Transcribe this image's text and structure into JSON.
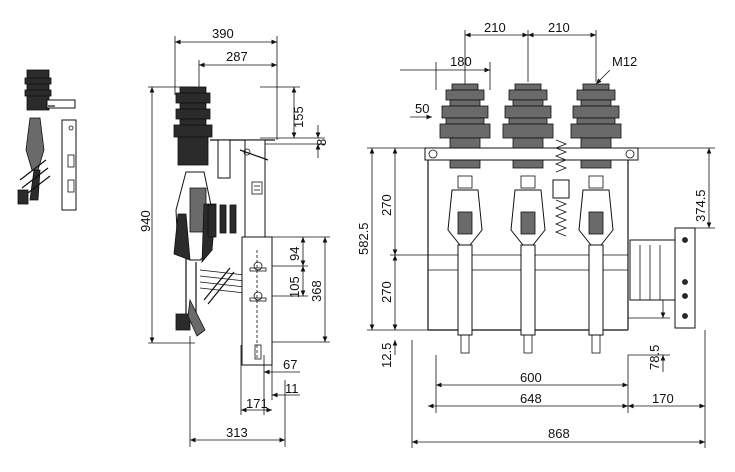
{
  "side_view": {
    "dims": {
      "top_width_390": "390",
      "top_width_287": "287",
      "dim_155": "155",
      "dim_8": "8",
      "height_940": "940",
      "dim_94": "94",
      "dim_105": "105",
      "dim_368": "368",
      "dim_67": "67",
      "dim_11": "11",
      "dim_171": "171",
      "base_313": "313"
    }
  },
  "front_view": {
    "dims": {
      "spacing_210_left": "210",
      "spacing_210_right": "210",
      "dim_180": "180",
      "bolt_m12": "M12",
      "dim_50": "50",
      "dim_270_upper": "270",
      "dim_582_5": "582.5",
      "dim_270_lower": "270",
      "dim_12_5": "12.5",
      "dim_374_5": "374.5",
      "dim_78_5": "78.5",
      "width_600": "600",
      "width_648": "648",
      "width_170": "170",
      "total_868": "868"
    }
  }
}
